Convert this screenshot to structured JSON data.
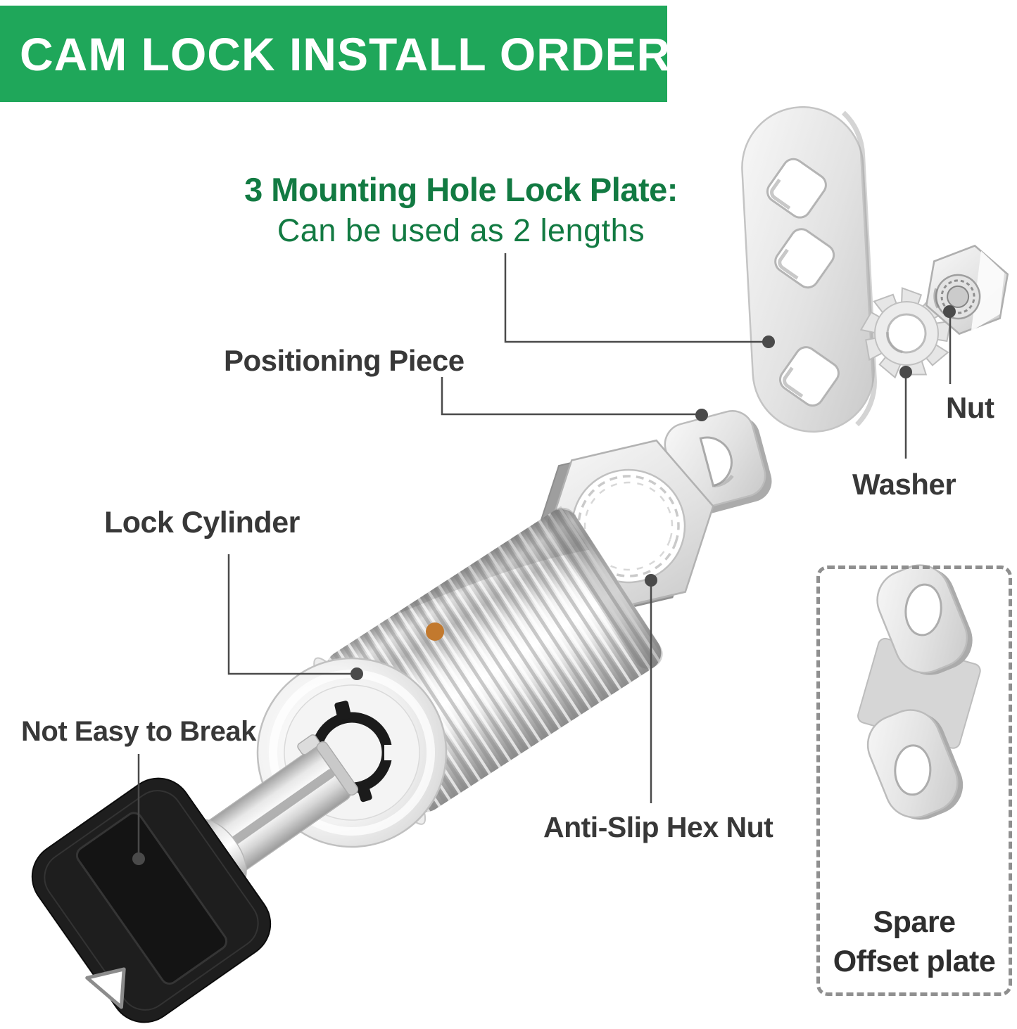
{
  "banner": {
    "title": "CAM LOCK INSTALL ORDER"
  },
  "heading": {
    "line1": "3 Mounting Hole Lock Plate:",
    "line2": "Can be used as 2 lengths"
  },
  "labels": {
    "positioning_piece": "Positioning Piece",
    "lock_cylinder": "Lock Cylinder",
    "not_easy_to_break": "Not Easy to Break",
    "anti_slip_hex_nut": "Anti-Slip Hex Nut",
    "nut": "Nut",
    "washer": "Washer"
  },
  "spare_box": {
    "line1": "Spare",
    "line2": "Offset plate"
  },
  "parts": {
    "lock_plate": "three-mounting-hole-lock-plate",
    "star_washer": "external-tooth-star-washer",
    "nut": "hex-nut",
    "positioning_piece": "positioning-piece-washer",
    "threaded_rod": "threaded-shaft",
    "anti_slip_hex_nut": "anti-slip-hex-nut",
    "lock_cylinder": "cam-lock-cylinder",
    "key": "black-plastic-tubular-key",
    "spare_offset_plate": "spare-offset-cam-plate"
  },
  "colors": {
    "banner_green": "#1fa75a",
    "heading_green": "#127a42",
    "label_text": "#383838",
    "leader_line": "#4a4a4a",
    "dashed_border": "#8f8f8f",
    "key_black": "#1e1e1e",
    "orange_dot": "#c2792e",
    "metal_light": "#f5f5f5",
    "metal_mid": "#d9d9d9",
    "metal_dark": "#a9a9a9"
  }
}
